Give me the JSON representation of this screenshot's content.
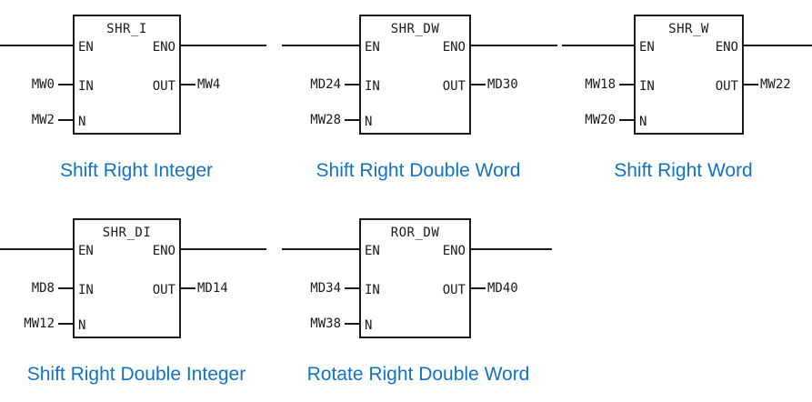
{
  "diagram": {
    "accent_color": "#1272C4",
    "line_color": "#1a1a1a",
    "background": "#ffffff",
    "blocks": [
      {
        "id": "shr-i",
        "name": "SHR_I",
        "caption": "Shift Right Integer",
        "pins": {
          "en": "EN",
          "eno": "ENO",
          "in": "IN",
          "out": "OUT",
          "n": "N"
        },
        "operands": {
          "in": "MW0",
          "n": "MW2",
          "out": "MW4"
        }
      },
      {
        "id": "shr-dw",
        "name": "SHR_DW",
        "caption": "Shift Right Double Word",
        "pins": {
          "en": "EN",
          "eno": "ENO",
          "in": "IN",
          "out": "OUT",
          "n": "N"
        },
        "operands": {
          "in": "MD24",
          "n": "MW28",
          "out": "MD30"
        }
      },
      {
        "id": "shr-w",
        "name": "SHR_W",
        "caption": "Shift Right Word",
        "pins": {
          "en": "EN",
          "eno": "ENO",
          "in": "IN",
          "out": "OUT",
          "n": "N"
        },
        "operands": {
          "in": "MW18",
          "n": "MW20",
          "out": "MW22"
        }
      },
      {
        "id": "shr-di",
        "name": "SHR_DI",
        "caption": "Shift Right Double Integer",
        "pins": {
          "en": "EN",
          "eno": "ENO",
          "in": "IN",
          "out": "OUT",
          "n": "N"
        },
        "operands": {
          "in": "MD8",
          "n": "MW12",
          "out": "MD14"
        }
      },
      {
        "id": "ror-dw",
        "name": "ROR_DW",
        "caption": "Rotate Right Double Word",
        "pins": {
          "en": "EN",
          "eno": "ENO",
          "in": "IN",
          "out": "OUT",
          "n": "N"
        },
        "operands": {
          "in": "MD34",
          "n": "MW38",
          "out": "MD40"
        }
      }
    ]
  }
}
